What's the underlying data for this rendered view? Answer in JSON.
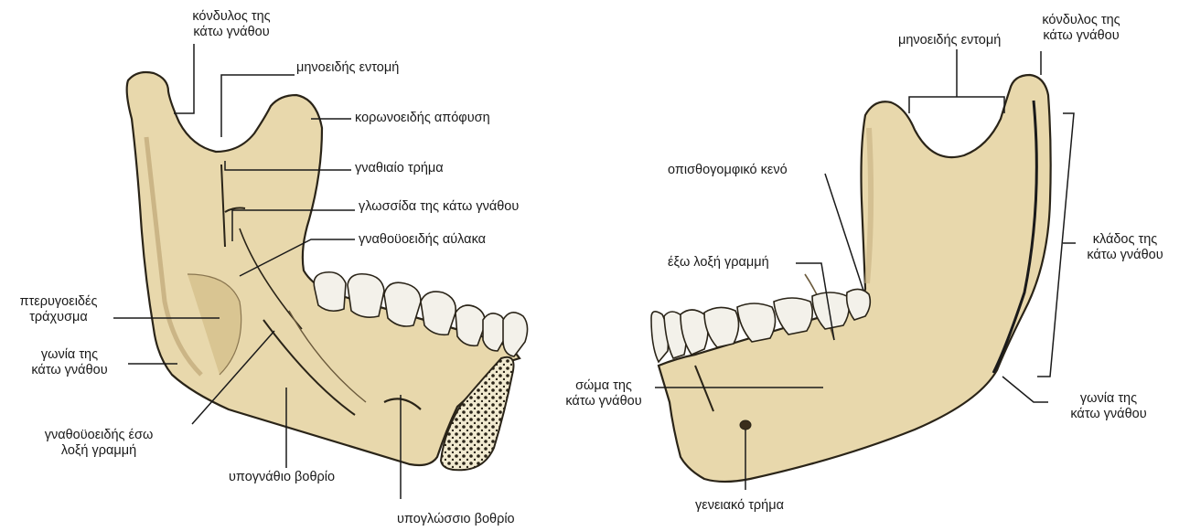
{
  "colors": {
    "bone": "#e8d8ac",
    "bone_shadow": "#cdb784",
    "outline": "#2a2418",
    "teeth": "#f3f1ea",
    "label": "#1a1a1a"
  },
  "left_view": {
    "condyle": [
      "κόνδυλος της",
      "κάτω γνάθου"
    ],
    "notch": "μηνοειδής εντομή",
    "coronoid": "κορωνοειδής απόφυση",
    "foramen": "γναθιαίο τρήμα",
    "lingula": "γλωσσίδα της κάτω γνάθου",
    "groove": "γναθοϋοειδής αύλακα",
    "pterygoid": [
      "πτερυγοειδές",
      "τράχυσμα"
    ],
    "angle": [
      "γωνία της",
      "κάτω γνάθου"
    ],
    "mylohyoid_line": [
      "γναθοϋοειδής έσω",
      "λοξή γραμμή"
    ],
    "submandibular": "υπογνάθιο βοθρίο",
    "sublingual": "υπογλώσσιο βοθρίο"
  },
  "right_view": {
    "notch": "μηνοειδής εντομή",
    "condyle": [
      "κόνδυλος της",
      "κάτω γνάθου"
    ],
    "retromolar": "οπισθογομφικό κενό",
    "ramus": [
      "κλάδος της",
      "κάτω γνάθου"
    ],
    "oblique_line": "έξω λοξή γραμμή",
    "body": [
      "σώμα της",
      "κάτω γνάθου"
    ],
    "angle": [
      "γωνία της",
      "κάτω γνάθου"
    ],
    "mental_foramen": "γενειακό τρήμα"
  }
}
